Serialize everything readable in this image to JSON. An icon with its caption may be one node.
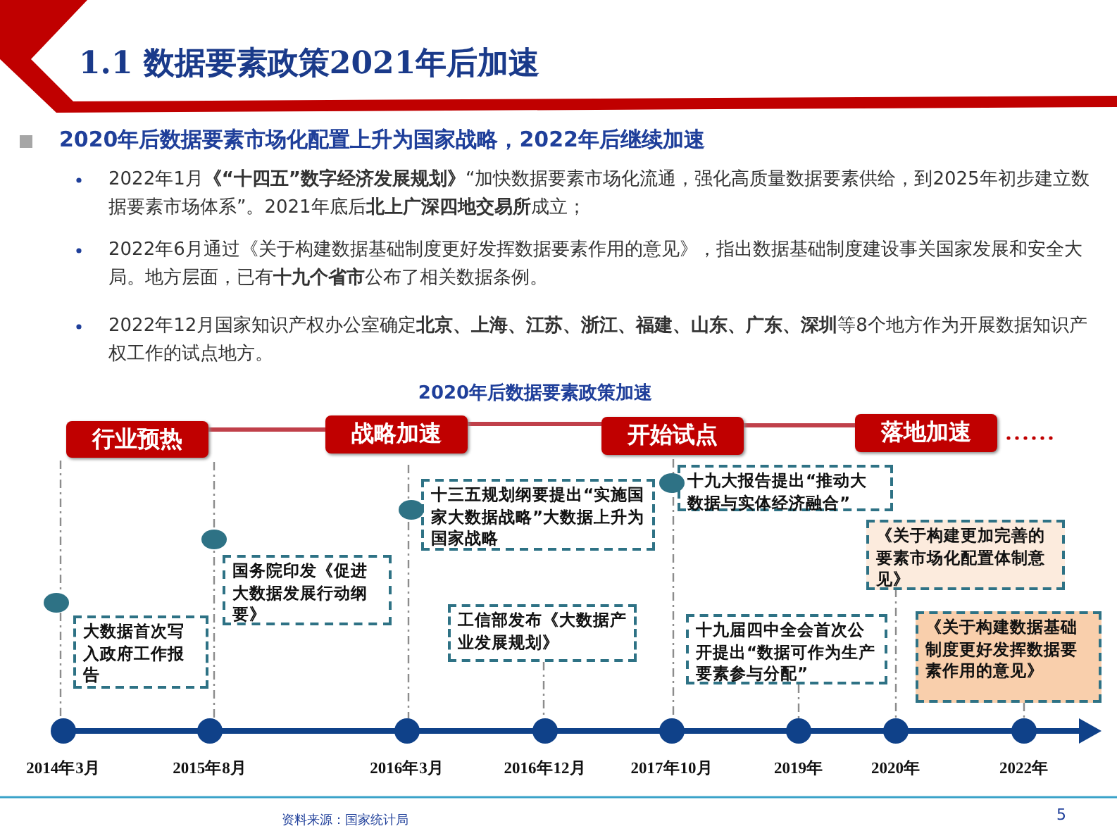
{
  "diagram": {
    "title": "1.1 数据要素政策2021年后加速",
    "nodes": [
      {
        "text": [
          "行业预热"
        ]
      },
      {
        "text": [
          "战略加速"
        ]
      },
      {
        "text": [
          "开始试点"
        ]
      },
      {
        "text": [
          "落地加速"
        ]
      },
      {
        "text": [
          "大数据首次写入政府工作报告"
        ]
      },
      {
        "text": [
          "国务院印发《促进大数据发展行动纲要》"
        ]
      },
      {
        "text": [
          "十三五规划纲要提出“实施国家大数据战略”大数据上升为国家战略"
        ]
      },
      {
        "text": [
          "工信部发布《大数据产业发展规划》"
        ]
      },
      {
        "text": [
          "十九大报告提出“推动大数据与实体经济融合”"
        ]
      },
      {
        "text": [
          "十九届四中全会首次公开提出“数据可作为生产要素参与分配”"
        ]
      },
      {
        "text": [
          "《关于构建更加完善的要素市场化配置体制意见》"
        ]
      },
      {
        "text": [
          "《关于构建数据基础制度更好发挥数据要素作用的意见》"
        ]
      }
    ],
    "edges": [
      {
        "from": 0,
        "to": 1,
        "arrow": "none"
      },
      {
        "from": 1,
        "to": 2,
        "arrow": "none"
      },
      {
        "from": 2,
        "to": 3,
        "arrow": "none"
      }
    ],
    "labels": [
      "2020年后数据要素市场化配置上升为国家战略，2022年后继续加速",
      "2022年1月**《“十四五”数字经济发展规划》**“加快数据要素市场化流通，强化高质量数据要素供给，到2025年初步建立数据要素市场体系”。2021年底后**北上广深四地交易所**成立；",
      "2022年6月通过《关于构建数据基础制度更好发挥数据要素作用的意见》，指出数据基础制度建设事关国家发展和安全大局。地方层面，已有**十九个省市**公布了相关数据条例。",
      "2022年12月国家知识产权办公室确定**北京、上海、江苏、浙江、福建、山东、广东、深圳**等8个地方作为开展数据知识产权工作的试点地方。",
      "2020年后数据要素政策加速",
      "2014年3月",
      "2015年8月",
      "2016年3月",
      "2016年12月",
      "2017年10月",
      "2019年",
      "2020年",
      "2022年",
      "资料来源：国家统计局",
      "5"
    ]
  }
}
